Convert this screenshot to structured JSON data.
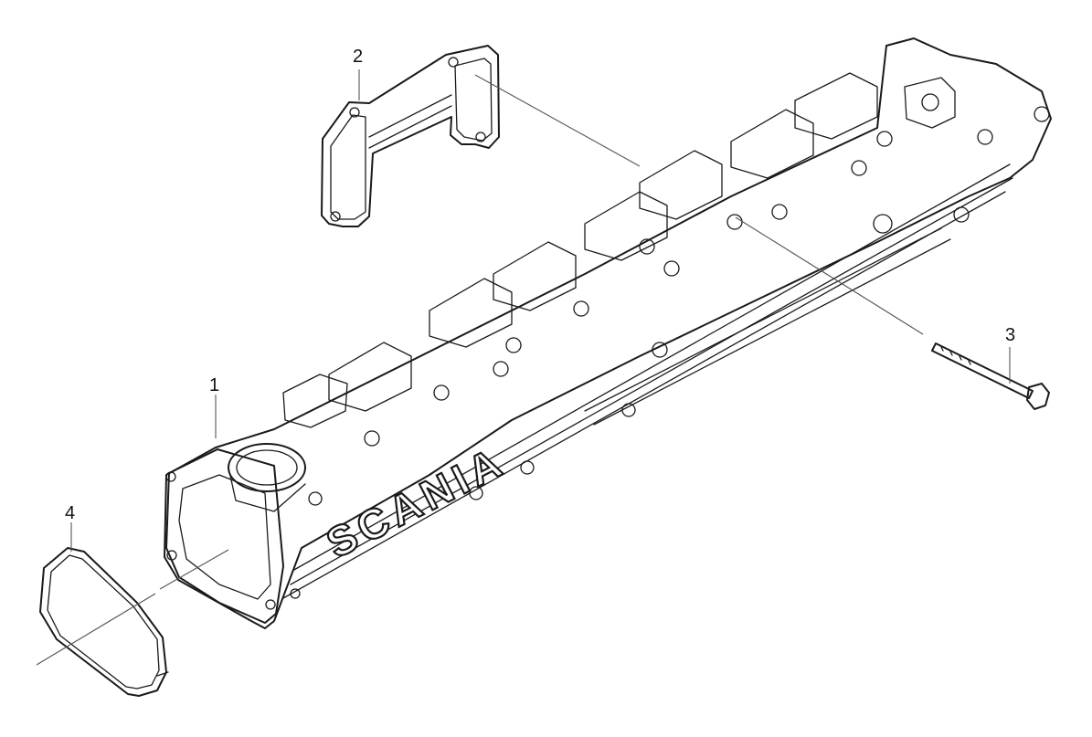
{
  "callouts": [
    {
      "id": "1",
      "label": "1"
    },
    {
      "id": "2",
      "label": "2"
    },
    {
      "id": "3",
      "label": "3"
    },
    {
      "id": "4",
      "label": "4"
    }
  ],
  "logo_text": "SCANIA",
  "colors": {
    "line": "#1a1a1a",
    "leader": "#555555",
    "background": "#ffffff"
  }
}
